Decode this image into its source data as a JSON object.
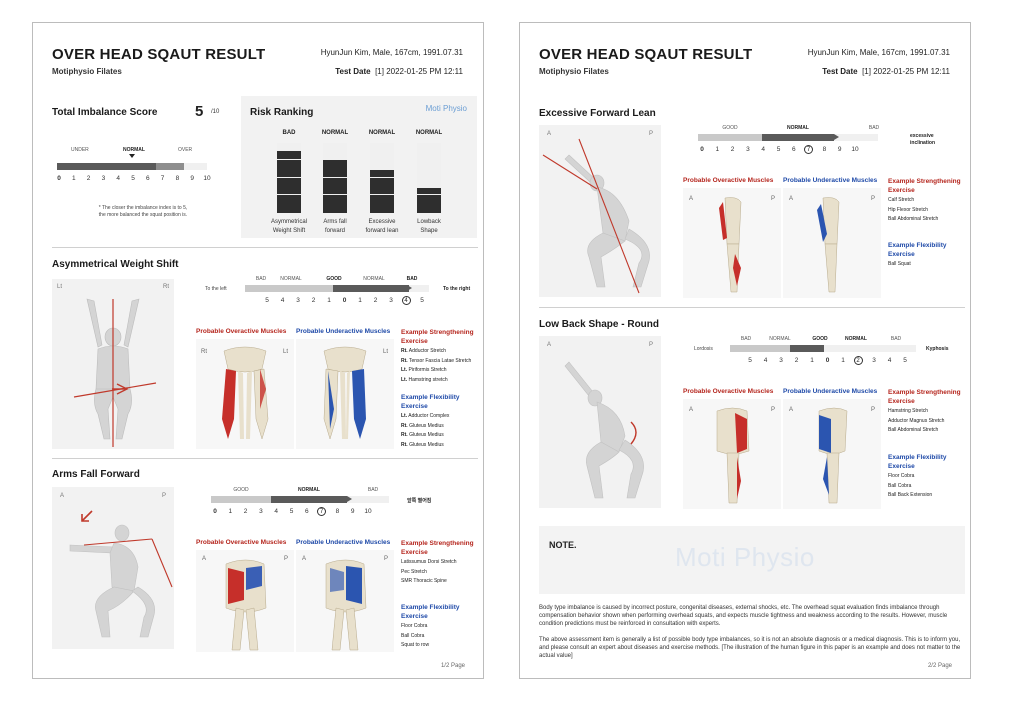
{
  "header": {
    "title": "OVER HEAD SQAUT RESULT",
    "subtitle": "Motiphysio Filates",
    "patient": "HyunJun Kim, Male, 167cm, 1991.07.31",
    "test_date_label": "Test Date",
    "test_date_value": "[1] 2022-01-25 PM 12:11"
  },
  "page1": {
    "total": {
      "title": "Total Imbalance Score",
      "score": "5",
      "max": "/10",
      "caps": [
        "UNDER",
        "NORMAL",
        "OVER"
      ],
      "ticks": [
        "0",
        "1",
        "2",
        "3",
        "4",
        "5",
        "6",
        "7",
        "8",
        "9",
        "10"
      ],
      "note_line1": "* The closer the imbalance index is to 5,",
      "note_line2": "the more balanced the squat position is.",
      "score_value": 5
    },
    "risk": {
      "title": "Risk Ranking",
      "logo": "Moti Physio",
      "chart_data": {
        "type": "bar",
        "categories": [
          "Asymmetrical Weight Shift",
          "Arms fall forward",
          "Excessive forward lean",
          "Lowback Shape"
        ],
        "category_lines": [
          [
            "Asymmetrical",
            "Weight Shift"
          ],
          [
            "Arms fall",
            "forward"
          ],
          [
            "Excessive",
            "forward lean"
          ],
          [
            "Lowback",
            "Shape"
          ]
        ],
        "status": [
          "BAD",
          "NORMAL",
          "NORMAL",
          "NORMAL"
        ],
        "values": [
          0.88,
          0.75,
          0.62,
          0.35
        ]
      }
    },
    "asym": {
      "title": "Asymmetrical Weight Shift",
      "lt": "Lt",
      "rt": "Rt",
      "caps": [
        "BAD",
        "NORMAL",
        "GOOD",
        "NORMAL",
        "BAD"
      ],
      "left_label": "To the left",
      "right_label": "To the right",
      "ticks": [
        "5",
        "4",
        "3",
        "2",
        "1",
        "0",
        "1",
        "2",
        "3",
        "4",
        "5"
      ],
      "selected": "4",
      "overactive": "Probable Overactive Muscles",
      "underactive": "Probable Underactive Muscles",
      "side_rt": "Rt",
      "side_lt": "Lt",
      "strength_title_1": "Example Strengthening",
      "strength_title_2": "Exercise",
      "strength": [
        {
          "side": "Rt.",
          "name": "Adductor Stretch"
        },
        {
          "side": "Rt.",
          "name": "Tensor Fascia Latae Stretch"
        },
        {
          "side": "Lt.",
          "name": "Piriformis Stretch"
        },
        {
          "side": "Lt.",
          "name": "Hamstring stretch"
        }
      ],
      "flex_title_1": "Example Flexibility",
      "flex_title_2": "Exercise",
      "flex": [
        {
          "side": "Lt.",
          "name": "Adductor Complex"
        },
        {
          "side": "Rt.",
          "name": "Gluteus Medius"
        },
        {
          "side": "Rt.",
          "name": "Gluteus Medius"
        },
        {
          "side": "Rt.",
          "name": "Gluteus Medius"
        }
      ]
    },
    "arms": {
      "title": "Arms Fall Forward",
      "a": "A",
      "p": "P",
      "caps": [
        "GOOD",
        "NORMAL",
        "BAD"
      ],
      "right_label": "앞쪽 떨어짐",
      "ticks": [
        "0",
        "1",
        "2",
        "3",
        "4",
        "5",
        "6",
        "7",
        "8",
        "9",
        "10"
      ],
      "selected": "7",
      "overactive": "Probable Overactive Muscles",
      "underactive": "Probable Underactive Muscles",
      "strength_title_1": "Example Strengthening",
      "strength_title_2": "Exercise",
      "strength": [
        "Latissumus Dorsi Stretch",
        "Pec Stretch",
        "SMR Thoracic Spine"
      ],
      "flex_title_1": "Example Flexibility",
      "flex_title_2": "Exercise",
      "flex": [
        "Floor Cobra",
        "Ball Cobra",
        "Squat to row"
      ]
    },
    "footer": "1/2 Page"
  },
  "page2": {
    "lean": {
      "title": "Excessive Forward Lean",
      "a": "A",
      "p": "P",
      "caps": [
        "GOOD",
        "NORMAL",
        "BAD"
      ],
      "right_label_1": "excessive",
      "right_label_2": "inclination",
      "ticks": [
        "0",
        "1",
        "2",
        "3",
        "4",
        "5",
        "6",
        "7",
        "8",
        "9",
        "10"
      ],
      "selected": "7",
      "overactive": "Probable Overactive Muscles",
      "underactive": "Probable Underactive Muscles",
      "strength_title_1": "Example Strengthening",
      "strength_title_2": "Exercise",
      "strength": [
        "Calf Stretch",
        "Hip Flexor Stretch",
        "Ball Abdominal Stretch"
      ],
      "flex_title_1": "Example Flexibility",
      "flex_title_2": "Exercise",
      "flex": [
        "Ball Squat"
      ]
    },
    "lowback": {
      "title": "Low Back Shape - Round",
      "a": "A",
      "p": "P",
      "caps": [
        "BAD",
        "NORMAL",
        "GOOD",
        "NORMAL",
        "BAD"
      ],
      "left_label": "Lordosis",
      "right_label": "Kyphosis",
      "ticks": [
        "5",
        "4",
        "3",
        "2",
        "1",
        "0",
        "1",
        "2",
        "3",
        "4",
        "5"
      ],
      "selected": "2",
      "overactive": "Probable Overactive Muscles",
      "underactive": "Probable Underactive Muscles",
      "strength_title_1": "Example Strengthening",
      "strength_title_2": "Exercise",
      "strength": [
        "Hamstring Stretch",
        "Adductor Magnus Stretch",
        "Ball Abdominal Stretch"
      ],
      "flex_title_1": "Example Flexibility",
      "flex_title_2": "Exercise",
      "flex": [
        "Floor Cobra",
        "Ball Cobra",
        "Ball Back Extension"
      ]
    },
    "note": {
      "title": "NOTE.",
      "watermark": "Moti Physio",
      "para1": "Body type imbalance is caused by incorrect posture, congenital diseases, external shocks, etc. The overhead squat evaluation finds imbalance through compensation behavior shown when performing overhead squats, and expects muscle tightness and weakness according to the results. However, muscle condition predictions must be reinforced in consultation with experts.",
      "para2": "The above assessment item is generally a list of possible body type imbalances, so it is not an absolute diagnosis or a medical diagnosis. This is to inform you, and please consult an expert about diseases and exercise methods. [The illustration of the human figure in this paper is an example and does not matter to the actual value]"
    },
    "footer": "2/2 Page"
  }
}
